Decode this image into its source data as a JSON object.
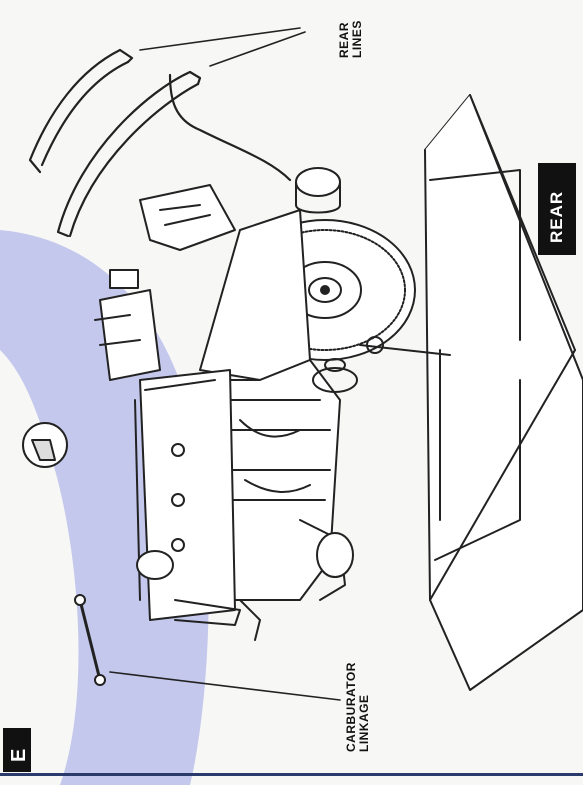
{
  "labels": {
    "rear_lines": "REAR\nLINES",
    "rear_badge": "REAR",
    "carburator_linkage": "CARBURATOR\nLINKAGE",
    "section_letter": "E"
  },
  "colors": {
    "highlight_band": "#9aa3e6",
    "line_art": "#222222",
    "badge_bg": "#111111",
    "page_bg": "#f7f7f5"
  }
}
